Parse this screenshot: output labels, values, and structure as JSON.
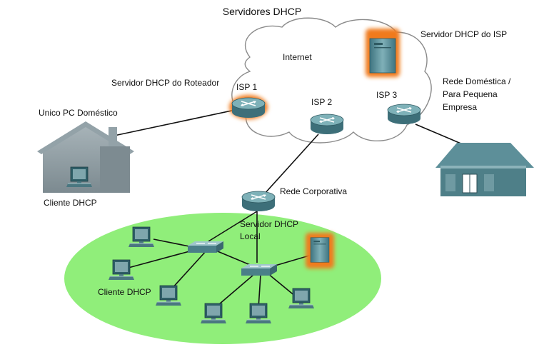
{
  "title": "Servidores DHCP",
  "labels": {
    "internet": "Internet",
    "isp_server": "Servidor DHCP do ISP",
    "router_server": "Servidor DHCP do Roteador",
    "isp1": "ISP 1",
    "isp2": "ISP 2",
    "isp3": "ISP 3",
    "home_pc": "Unico PC Doméstico",
    "home_client": "Cliente DHCP",
    "small_office_line1": "Rede Doméstica /",
    "small_office_line2": "Para Pequena",
    "small_office_line3": "Empresa",
    "corporate_network": "Rede Corporativa",
    "local_server_line1": "Servidor DHCP",
    "local_server_line2": "Local",
    "lan_client": "Cliente DHCP"
  },
  "colors": {
    "cloud_fill": "#ffffff",
    "cloud_stroke": "#8a8a8a",
    "lan_fill": "#90ee7a",
    "device_teal": "#4f8a93",
    "highlight_glow": "#f07a1a",
    "house_gray": "#8c9aa0",
    "house_teal": "#4e7f88"
  },
  "icons": {
    "router": "router-icon",
    "server": "server-icon",
    "switch": "switch-icon",
    "pc": "pc-icon",
    "house": "house-icon",
    "cloud": "internet-cloud"
  }
}
